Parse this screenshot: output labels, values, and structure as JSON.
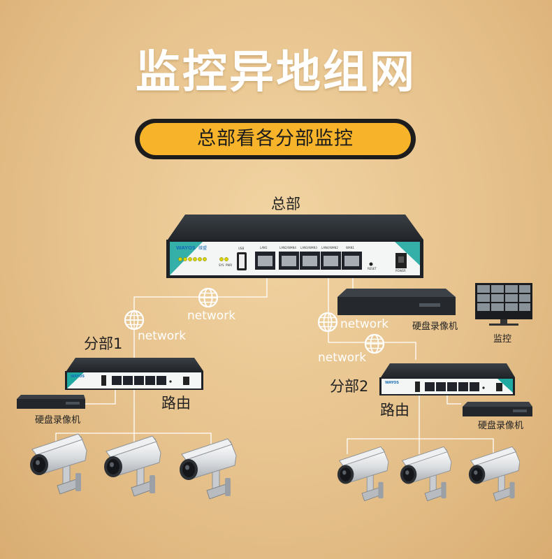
{
  "title": "监控异地组网",
  "subtitle": "总部看各分部监控",
  "labels": {
    "hq": "总部",
    "branch1": "分部1",
    "branch2": "分部2",
    "network": "network",
    "router": "路由",
    "nvr": "硬盘录像机",
    "monitor": "监控"
  },
  "router_panel": {
    "brand": "WAYOS",
    "brand_cn": "维盟",
    "ports": [
      "LAN1",
      "LAN2/WAN4",
      "LAN3/WAN3",
      "LAN4/WAN2",
      "WAN1"
    ],
    "usb": "USB",
    "reset": "RESET",
    "power": "POWER",
    "sys": "SYS",
    "pwr": "PWR"
  },
  "colors": {
    "background": "#e6c18c",
    "pill": "#f7b42a",
    "router_body": "#2a2e33",
    "panel_accent": "#1fa9a0"
  }
}
